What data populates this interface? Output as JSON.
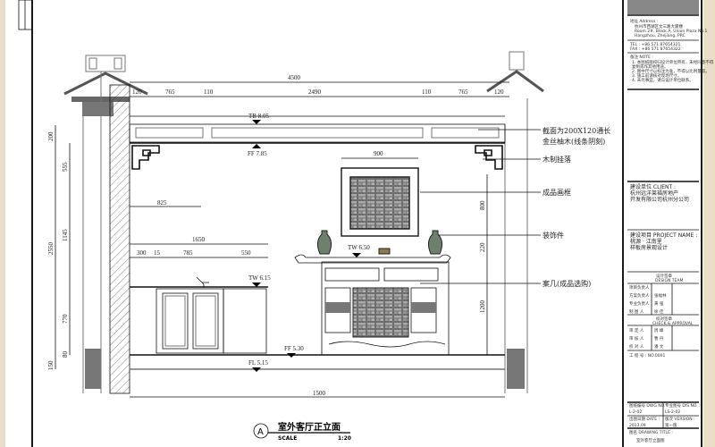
{
  "drawing": {
    "title": "室外客厅正立面",
    "scale_label": "SCALE",
    "scale_value": "1:20",
    "marker": "A",
    "dimensions_top": {
      "overall": "4500",
      "segments": [
        "120",
        "765",
        "110",
        "2490",
        "110",
        "765",
        "120"
      ]
    },
    "dimensions_left": {
      "overall": "2550",
      "segments": [
        "200",
        "555",
        "1145",
        "770",
        "80",
        "150"
      ],
      "detail": "825"
    },
    "dimensions_cabinet": {
      "overall": "1650",
      "segments": [
        "300",
        "15",
        "785",
        "550"
      ]
    },
    "dimension_painting": "900",
    "dimensions_right": [
      "800",
      "220",
      "1200"
    ],
    "dimension_bottom": "1500",
    "levels": {
      "tb": "TB 8.05",
      "ff_top": "FF 7.85",
      "tw_console": "TW 6.50",
      "tw_sink": "TW 6.15",
      "ff_floor": "FF 5.30",
      "fl": "FL 5.15"
    },
    "annotations": [
      "截面为200X120通长",
      "金丝柚木(线条阴刻)",
      "木制挂落",
      "成品画框",
      "装饰件",
      "案几(成品选购)"
    ]
  },
  "title_block": {
    "address_label": "地址 Address :",
    "address_lines": [
      "杭州市西湖区文三路大厦楼",
      "Room 2#, Block A, Union Plaza No.1",
      "Hangzhou, Zhejiang, PRC"
    ],
    "tel": "TEL : +86  571  87654321",
    "fax": "FAX : +86  571  87654322",
    "note_label": "备注 NOTE :",
    "notes": [
      "1. 本图纸版权归设计单位所有，未经同意不得",
      "   复制或作其他用途。",
      "2. 图中尺寸以标注为准，不得以比例量取。",
      "3. 施工前请核对现场尺寸。",
      "4. 未尽事宜，请与设计单位联系。"
    ],
    "client_label": "建设单位 CLIENT :",
    "client_lines": [
      "杭州远洋莱福房地产",
      "开发有限公司杭州分公司"
    ],
    "project_label": "建设项目 PROJECT NAME :",
    "project_lines": [
      "桃源 · 江南里",
      "样板房景观设计"
    ],
    "design_header": "设计签章",
    "design_sub": "DESIGN TEAM",
    "roles": [
      "项目负责人",
      "方案负责人",
      "专业负责人",
      "制 图 人"
    ],
    "names": [
      "",
      "张福林",
      "黄 强",
      "徐 佳"
    ],
    "check_header": "校对签章",
    "check_sub": "CHECK & APPROVAL",
    "check_roles": [
      "审 定 人",
      "审 核 人",
      "校 对 人"
    ],
    "check_names": [
      "周 峰",
      "曹 丹",
      "潘 文"
    ],
    "project_no": "工 程 号 : NO.0001",
    "drawing_no_label": "图纸编号 DWG NO. :",
    "drawing_no": "L-2-02",
    "sheet_label": "专业图号 DIS NO. :",
    "sheet_no": "LS-2-02",
    "date_label": "出图日期 DATE :",
    "date": "2013.09",
    "version_label": "版次 VERSION :",
    "version": "第一版",
    "dwg_name_label": "图名 DRAWING TITLE :",
    "dwg_name": "室外客厅立面图"
  }
}
